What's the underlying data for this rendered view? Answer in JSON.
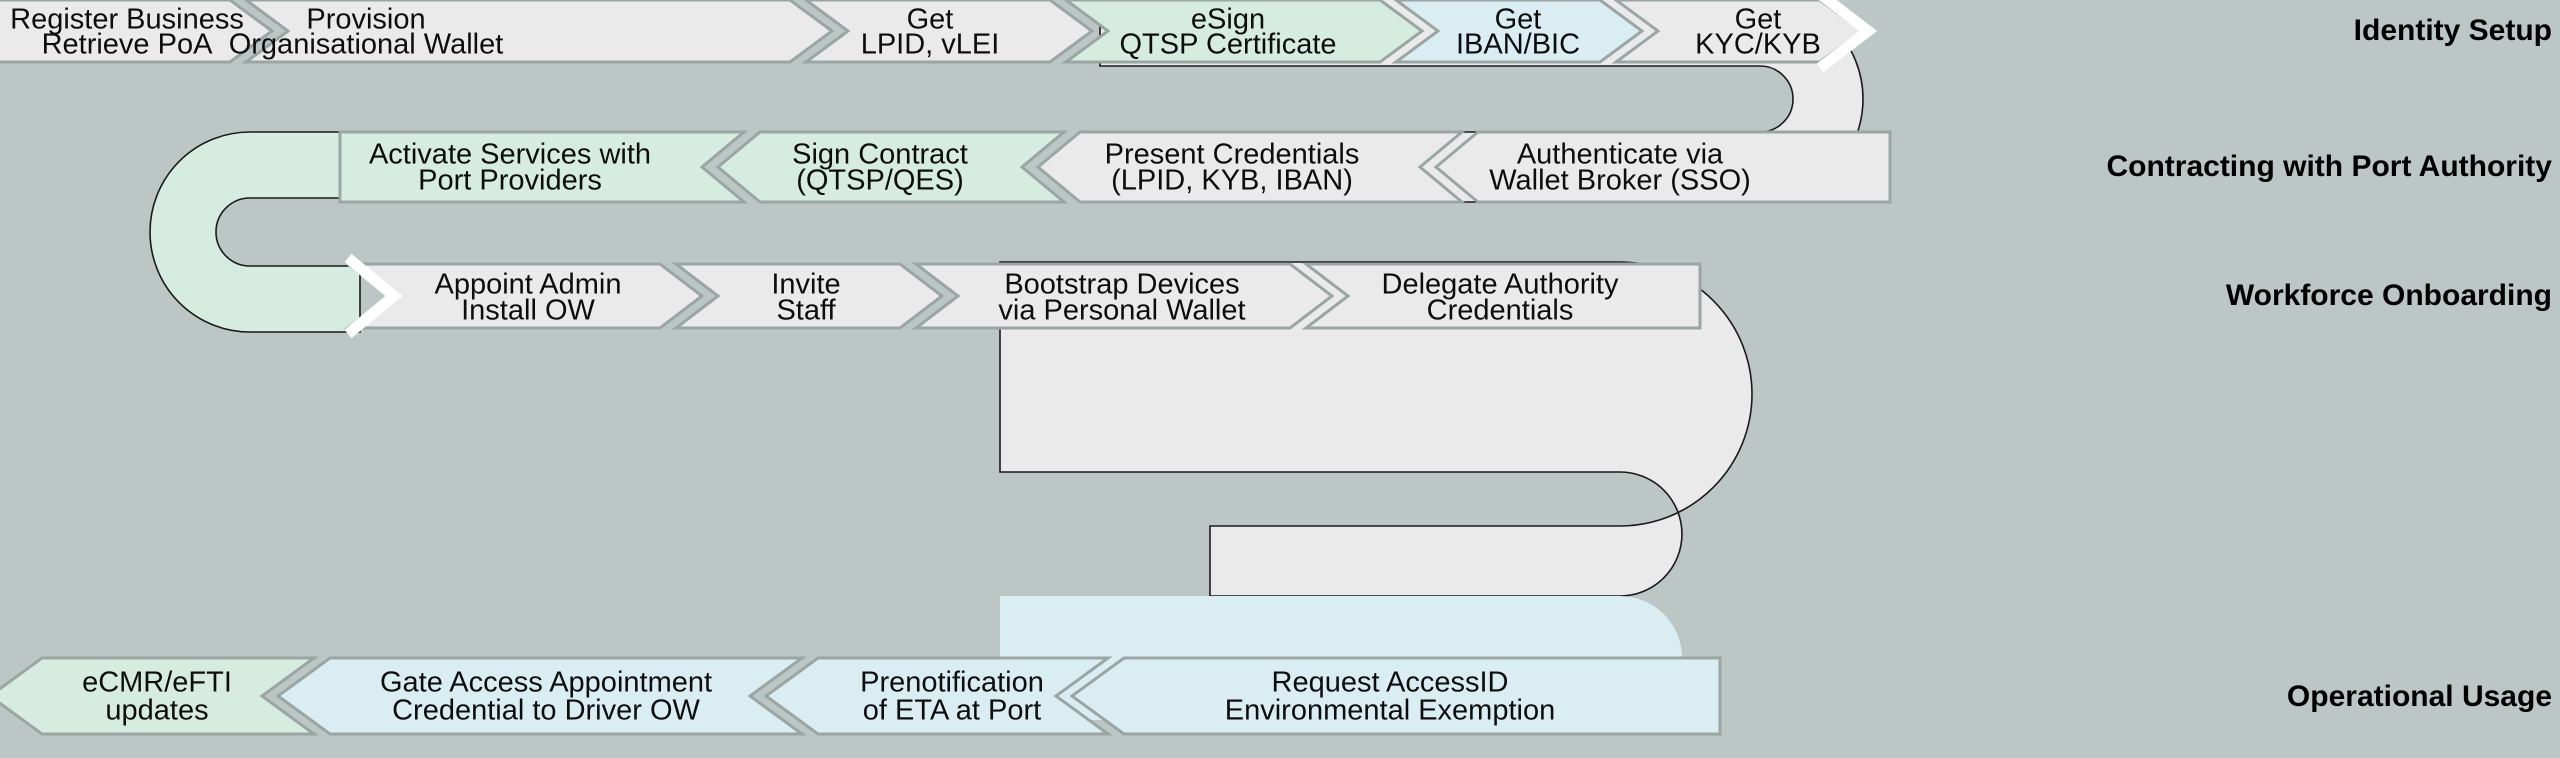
{
  "diagram": {
    "title": "Port Digital Identity Onboarding Serpentine Process Flow",
    "background_color": "#bcc7c5",
    "colors": {
      "gray": "#eaeaea",
      "green": "#d7ece0",
      "blue": "#daedf3",
      "outline": "#1a1a1a",
      "text": "#0d0d0d"
    }
  },
  "phases": [
    {
      "id": "identity-setup",
      "label": "Identity Setup",
      "direction": "left-to-right"
    },
    {
      "id": "contracting-with-port-authority",
      "label": "Contracting with Port Authority",
      "direction": "right-to-left"
    },
    {
      "id": "workforce-onboarding",
      "label": "Workforce  Onboarding",
      "direction": "left-to-right"
    },
    {
      "id": "operational-usage",
      "label": "Operational Usage",
      "direction": "right-to-left"
    }
  ],
  "rows": [
    {
      "phase": "Identity Setup",
      "steps": [
        {
          "line1": "Register Business",
          "line2": "Retrieve PoA",
          "color": "gray"
        },
        {
          "line1": "Provision",
          "line2": "Organisational Wallet",
          "color": "gray"
        },
        {
          "line1": "Get",
          "line2": "LPID, vLEI",
          "color": "gray"
        },
        {
          "line1": "eSign",
          "line2": "QTSP Certificate",
          "color": "green"
        },
        {
          "line1": "Get",
          "line2": "IBAN/BIC",
          "color": "blue"
        },
        {
          "line1": "Get",
          "line2": "KYC/KYB",
          "color": "gray"
        }
      ]
    },
    {
      "phase": "Contracting with Port Authority",
      "steps": [
        {
          "line1": "Activate Services with",
          "line2": "Port Providers",
          "color": "green"
        },
        {
          "line1": "Sign Contract",
          "line2": "(QTSP/QES)",
          "color": "green"
        },
        {
          "line1": "Present Credentials",
          "line2": "(LPID, KYB, IBAN)",
          "color": "gray"
        },
        {
          "line1": "Authenticate via",
          "line2": "Wallet Broker (SSO)",
          "color": "gray"
        }
      ]
    },
    {
      "phase": "Workforce  Onboarding",
      "steps": [
        {
          "line1": "Appoint Admin",
          "line2": "Install OW",
          "color": "gray"
        },
        {
          "line1": "Invite",
          "line2": "Staff",
          "color": "gray"
        },
        {
          "line1": "Bootstrap Devices",
          "line2": "via Personal Wallet",
          "color": "gray"
        },
        {
          "line1": "Delegate Authority",
          "line2": "Credentials",
          "color": "gray"
        }
      ]
    },
    {
      "phase": "Operational Usage",
      "steps": [
        {
          "line1": "eCMR/eFTI",
          "line2": "updates",
          "color": "green"
        },
        {
          "line1": "Gate Access Appointment",
          "line2": "Credential to Driver OW",
          "color": "blue"
        },
        {
          "line1": "Prenotification",
          "line2": "of ETA at Port",
          "color": "blue"
        },
        {
          "line1": "Request AccessID",
          "line2": "Environmental Exemption",
          "color": "blue"
        }
      ]
    }
  ]
}
